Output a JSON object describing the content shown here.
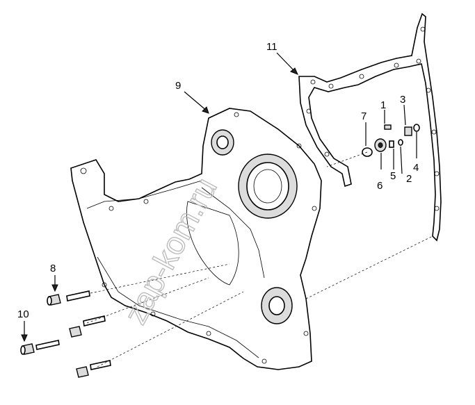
{
  "callouts": [
    {
      "id": "1",
      "label": "1"
    },
    {
      "id": "2",
      "label": "2"
    },
    {
      "id": "3",
      "label": "3"
    },
    {
      "id": "4",
      "label": "4"
    },
    {
      "id": "5",
      "label": "5"
    },
    {
      "id": "6",
      "label": "6"
    },
    {
      "id": "7",
      "label": "7"
    },
    {
      "id": "8",
      "label": "8"
    },
    {
      "id": "9",
      "label": "9"
    },
    {
      "id": "10",
      "label": "10"
    },
    {
      "id": "11",
      "label": "11"
    }
  ],
  "watermark": "zap-kom.ru",
  "colors": {
    "ink": "#000000",
    "paper": "#ffffff",
    "watermark": "#bcbcbc"
  }
}
